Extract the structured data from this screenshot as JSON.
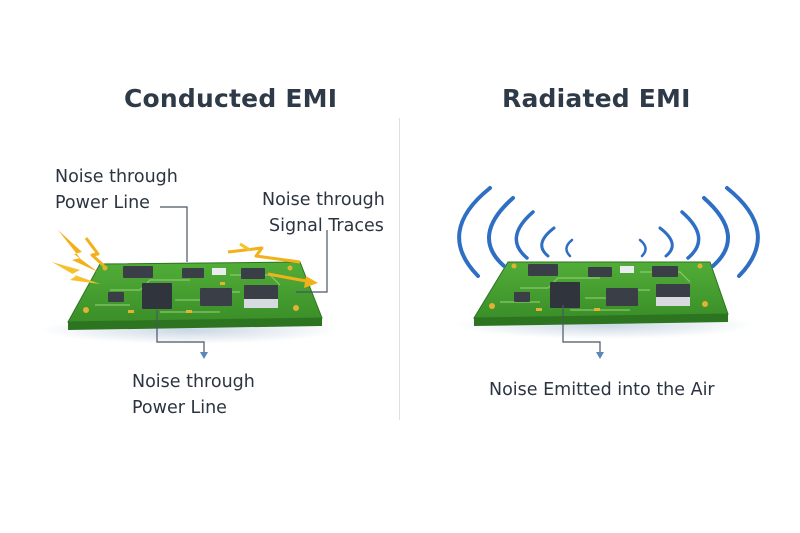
{
  "left_panel": {
    "title": "Conducted EMI",
    "label_power_line_top": [
      "Noise through",
      "Power Line"
    ],
    "label_signal_traces": [
      "Noise through",
      "Signal Traces"
    ],
    "label_power_line_bottom": [
      "Noise through",
      "Power Line"
    ]
  },
  "right_panel": {
    "title": "Radiated EMI",
    "label_air": "Noise Emitted into the Air"
  },
  "colors": {
    "board": "#3f9a2c",
    "board_edge": "#2c7420",
    "chip": "#3a3f47",
    "spark": "#f2b11a",
    "wave": "#2f6fc3",
    "arrow": "#5b86b8"
  }
}
